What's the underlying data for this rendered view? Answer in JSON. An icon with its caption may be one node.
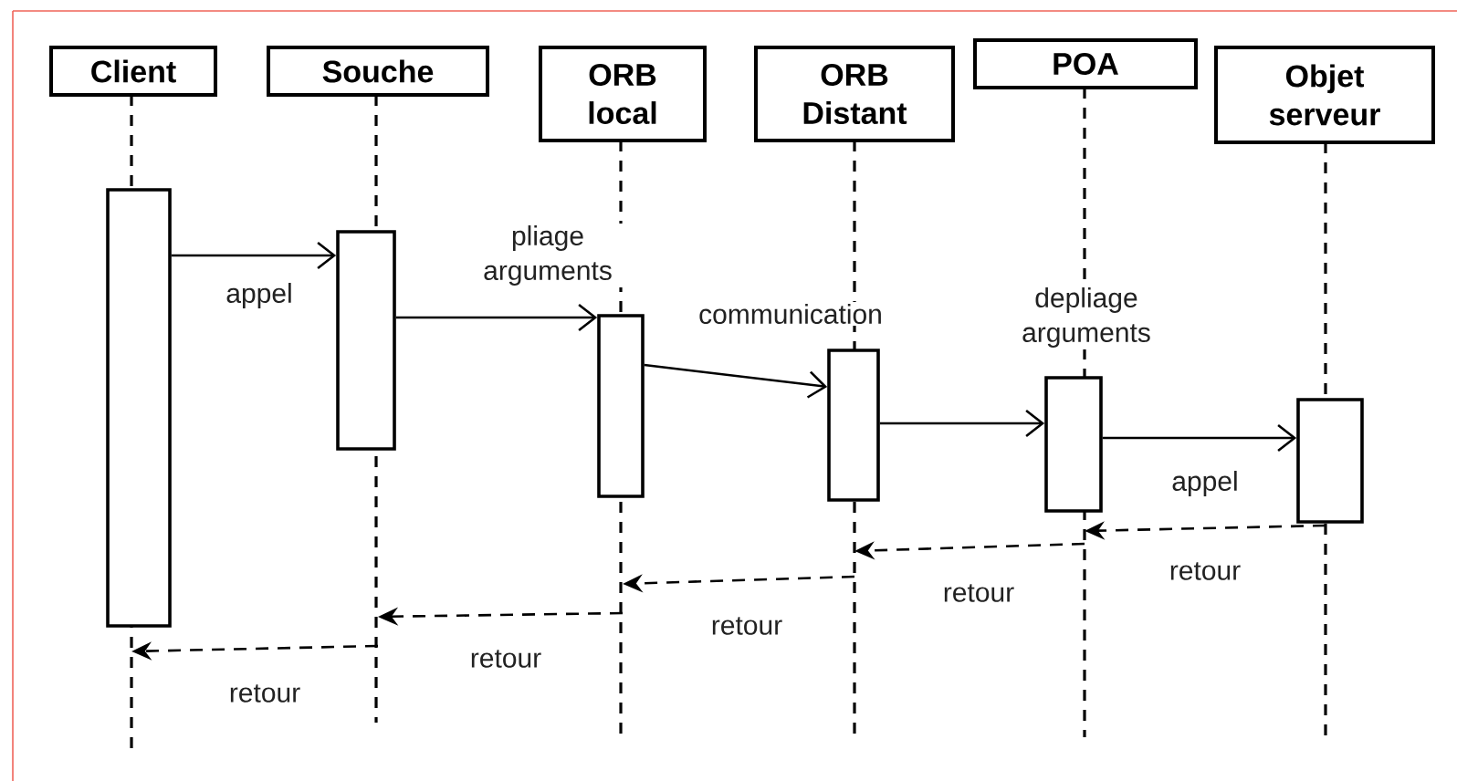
{
  "diagram": {
    "nodes": [
      {
        "text": [
          "Client"
        ]
      },
      {
        "text": [
          "Souche"
        ]
      },
      {
        "text": [
          "ORB local"
        ]
      },
      {
        "text": [
          "ORB Distant"
        ]
      },
      {
        "text": [
          "POA"
        ]
      },
      {
        "text": [
          "Objet serveur"
        ]
      },
      {
        "text": [],
        "shape": "bar",
        "in": 0
      },
      {
        "text": [],
        "shape": "bar",
        "in": 1
      },
      {
        "text": [],
        "shape": "bar",
        "in": 2
      },
      {
        "text": [],
        "shape": "bar",
        "in": 3
      },
      {
        "text": [],
        "shape": "bar",
        "in": 4
      },
      {
        "text": [],
        "shape": "bar",
        "in": 5
      }
    ],
    "edges": [
      {
        "from": 6,
        "to": 7,
        "arrow": "to",
        "label": "appel"
      },
      {
        "from": 7,
        "to": 8,
        "arrow": "to",
        "label": "pliage arguments"
      },
      {
        "from": 8,
        "to": 9,
        "arrow": "to",
        "label": "communication"
      },
      {
        "from": 9,
        "to": 10,
        "arrow": "to",
        "label": "depliage arguments"
      },
      {
        "from": 10,
        "to": 11,
        "arrow": "to",
        "label": "appel"
      },
      {
        "from": 11,
        "to": 10,
        "arrow": "to",
        "label": "retour",
        "style": "dashed"
      },
      {
        "from": 10,
        "to": 9,
        "arrow": "to",
        "label": "retour",
        "style": "dashed"
      },
      {
        "from": 9,
        "to": 2,
        "arrow": "to",
        "label": "retour",
        "style": "dashed"
      },
      {
        "from": 2,
        "to": 1,
        "arrow": "to",
        "label": "retour",
        "style": "dashed"
      },
      {
        "from": 1,
        "to": 6,
        "arrow": "to",
        "label": "retour",
        "style": "dashed"
      }
    ]
  }
}
